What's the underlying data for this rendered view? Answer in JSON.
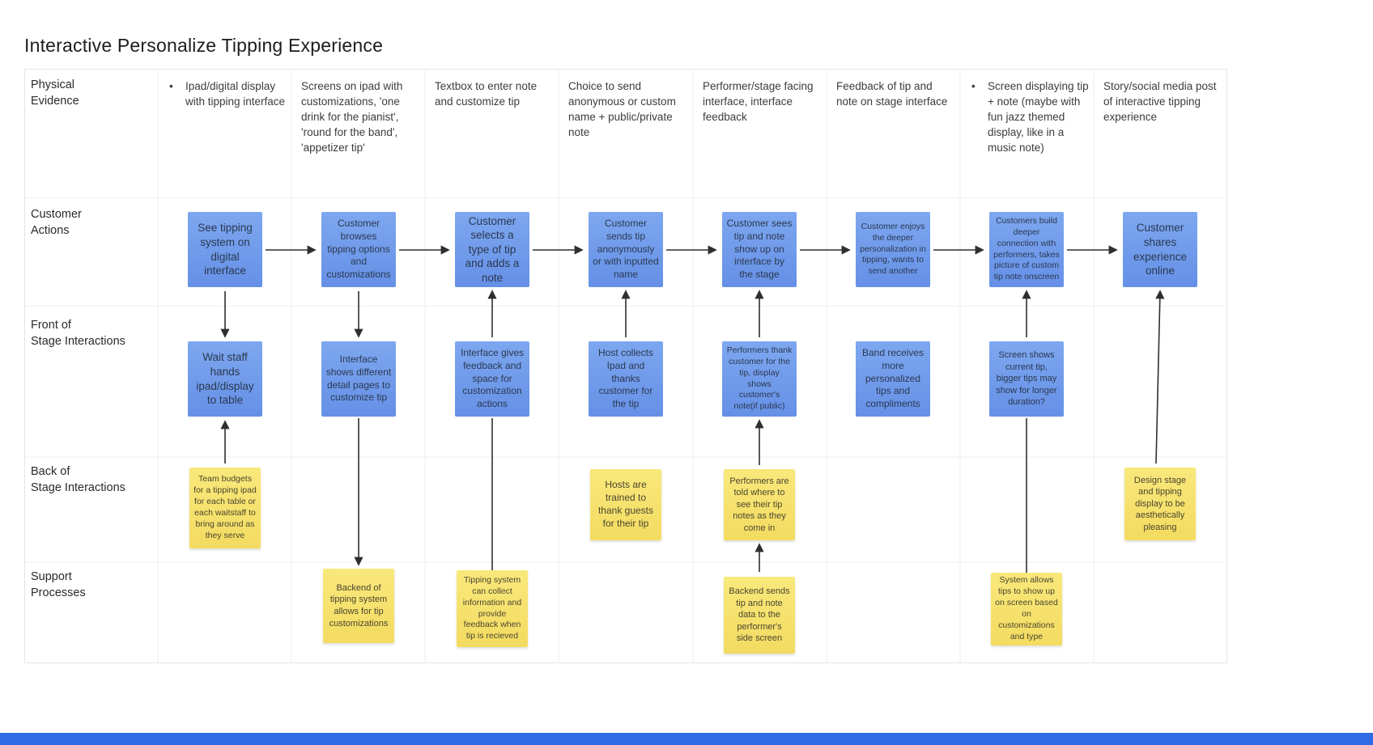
{
  "title": "Interactive Personalize Tipping Experience",
  "row_labels": [
    {
      "line1": "Physical",
      "line2": "Evidence"
    },
    {
      "line1": "Customer",
      "line2": "Actions"
    },
    {
      "line1": "Front of",
      "line2": "Stage Interactions"
    },
    {
      "line1": "Back of",
      "line2": "Stage Interactions"
    },
    {
      "line1": "Support",
      "line2": "Processes"
    }
  ],
  "physical_evidence": [
    {
      "bullet": "•",
      "text": "Ipad/digital display with tipping interface"
    },
    {
      "bullet": "",
      "text": "Screens on ipad with customizations, 'one drink for the pianist', 'round for the band', 'appetizer tip'"
    },
    {
      "bullet": "",
      "text": "Textbox to enter note and customize tip"
    },
    {
      "bullet": "",
      "text": "Choice to send anonymous or custom name + public/private note"
    },
    {
      "bullet": "",
      "text": "Performer/stage facing interface, interface feedback"
    },
    {
      "bullet": "",
      "text": "Feedback of tip and note on stage interface"
    },
    {
      "bullet": "•",
      "text": "Screen displaying tip + note (maybe with fun jazz themed display, like in a music note)"
    },
    {
      "bullet": "",
      "text": "Story/social media post of interactive tipping experience"
    }
  ],
  "customer_actions": [
    "See tipping system on digital interface",
    "Customer browses tipping options and customizations",
    "Customer selects a type of tip and adds a note",
    "Customer sends tip anonymously or with inputted name",
    "Customer sees tip and note show up on interface by the stage",
    "Customer enjoys the deeper personalization in tipping, wants to send another",
    "Customers build deeper connection with performers, takes picture of custom tip note onscreen",
    "Customer shares experience online"
  ],
  "front_stage": [
    "Wait staff hands ipad/display to table",
    "Interface shows different detail pages to customize tip",
    "Interface gives feedback and space for customization actions",
    "Host collects Ipad and thanks customer for the tip",
    "Performers thank customer for the tip, display shows customer's note(if public)",
    "Band receives more personalized tips and compliments",
    "Screen shows current tip, bigger tips may show for longer duration?"
  ],
  "back_stage": {
    "c1": "Team budgets for a tipping ipad for each table or each waitstaff to bring around as they serve",
    "c4": "Hosts are trained to thank guests for their tip",
    "c5": "Performers are told where to see their tip notes as they come in",
    "c8": "Design stage and tipping display to be aesthetically pleasing"
  },
  "support": {
    "c2": "Backend of tipping system allows for tip customizations",
    "c3": "Tipping system can collect information and provide feedback when tip is recieved",
    "c5": "Backend sends tip and note data to the performer's side screen",
    "c7": "System allows tips to show up on screen based on customizations and type"
  },
  "colors": {
    "action_box_blue": "#6D9EEA",
    "note_box_yellow": "#F7E16C",
    "arrow": "#2F2F2F",
    "grid_line": "#ECECEC",
    "bottom_bar_blue": "#2E6BE4"
  }
}
